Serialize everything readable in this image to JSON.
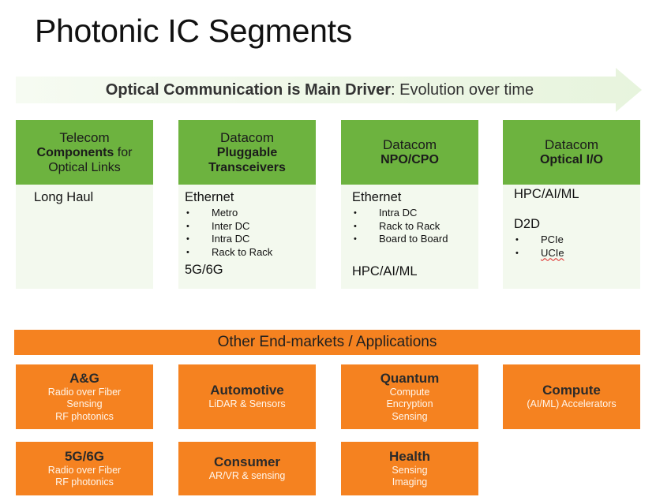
{
  "title": "Photonic IC Segments",
  "colors": {
    "green_header": "#6db33f",
    "light_green": "#f3f9ee",
    "orange": "#f58220",
    "arrow_fill": "#edf7e6"
  },
  "driver": {
    "bold": "Optical Communication is Main Driver",
    "rest": ": Evolution over time"
  },
  "columns": [
    {
      "head": [
        "Telecom",
        "Components",
        " for",
        "Optical Links"
      ],
      "main1": "Long Haul"
    },
    {
      "head": [
        "Datacom",
        "Pluggable",
        "Transceivers"
      ],
      "main1": "Ethernet",
      "bullets": [
        "Metro",
        "Inter DC",
        "Intra DC",
        "Rack to Rack"
      ],
      "main2": "5G/6G"
    },
    {
      "head": [
        "Datacom",
        "NPO/CPO"
      ],
      "main1": "Ethernet",
      "bullets": [
        "Intra DC",
        "Rack to Rack",
        "Board to Board"
      ],
      "main2": "HPC/AI/ML"
    },
    {
      "head": [
        "Datacom",
        "Optical I/O"
      ],
      "main1": "HPC/AI/ML",
      "main2": "D2D",
      "bullets": [
        "PCIe",
        "UCIe"
      ]
    }
  ],
  "banner": "Other End-markets / Applications",
  "markets": [
    {
      "title": "A&G",
      "lines": [
        "Radio over Fiber",
        "Sensing",
        "RF photonics"
      ]
    },
    {
      "title": "Automotive",
      "lines": [
        "LiDAR & Sensors"
      ]
    },
    {
      "title": "Quantum",
      "lines": [
        "Compute",
        "Encryption",
        "Sensing"
      ]
    },
    {
      "title": "Compute",
      "lines": [
        "(AI/ML) Accelerators"
      ]
    },
    {
      "title": "5G/6G",
      "lines": [
        "Radio over Fiber",
        "RF photonics"
      ]
    },
    {
      "title": "Consumer",
      "lines": [
        "AR/VR & sensing"
      ]
    },
    {
      "title": "Health",
      "lines": [
        "Sensing",
        "Imaging"
      ]
    }
  ]
}
